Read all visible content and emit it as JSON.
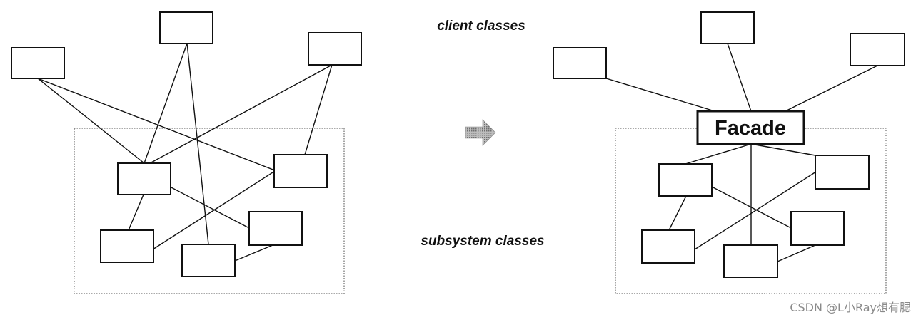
{
  "labels": {
    "client_classes": "client classes",
    "subsystem_classes": "subsystem classes",
    "facade": "Facade"
  },
  "watermark": "CSDN @L小Ray想有腮",
  "arrow_icon": "right-arrow-icon",
  "colors": {
    "line": "#111111",
    "region_border": "#777777",
    "arrow": "#9a9a9a",
    "watermark": "#8a8a8a"
  }
}
